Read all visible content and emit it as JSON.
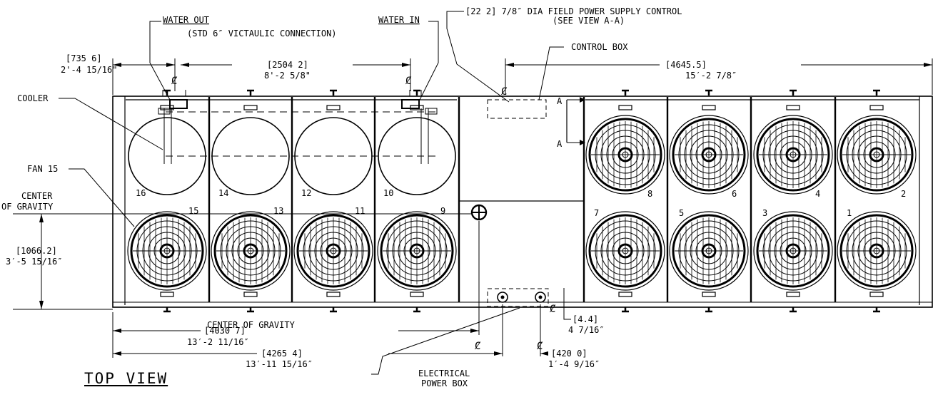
{
  "view": {
    "title": "TOP VIEW"
  },
  "labels": {
    "water_out": "WATER OUT",
    "water_in": "WATER IN",
    "connection_note": "(STD 6″ VICTAULIC CONNECTION)",
    "field_power_line1": "[22 2] 7/8″ DIA FIELD POWER SUPPLY CONTROL",
    "field_power_line2": "(SEE VIEW A-A)",
    "control_box": "CONTROL BOX",
    "cooler": "COOLER",
    "fan_15": "FAN 15",
    "cog_left_line1": "CENTER",
    "cog_left_line2": "OF GRAVITY",
    "cog_bottom": "CENTER OF GRAVITY",
    "electrical_line1": "ELECTRICAL",
    "electrical_line2": "POWER BOX",
    "section_a": "A"
  },
  "dimensions": {
    "left_offset_metric": "[735 6]",
    "left_offset_imperial": "2'-4 15/16\"",
    "water_spacing_metric": "[2504 2]",
    "water_spacing_imperial": "8'-2 5/8\"",
    "right_span_metric": "[4645.5]",
    "right_span_imperial": "15′-2 7/8″",
    "cog_height_metric": "[1066.2]",
    "cog_height_imperial": "3′-5 15/16″",
    "cog_len_metric": "[4030 7]",
    "cog_len_imperial": "13′-2 11/16″",
    "elec_len_metric": "[4265 4]",
    "elec_len_imperial": "13′-11 15/16″",
    "elec_spacing_metric": "[420 0]",
    "elec_spacing_imperial": "1′-4 9/16″",
    "elec_offset_metric": "[4.4]",
    "elec_offset_imperial": "4 7/16″"
  },
  "fans_bottom_left": [
    "15",
    "13",
    "11",
    "9"
  ],
  "cooler_top_left": [
    "16",
    "14",
    "12",
    "10"
  ],
  "fans_right_top": [
    "8",
    "6",
    "4",
    "2"
  ],
  "fans_right_bottom": [
    "7",
    "5",
    "3",
    "1"
  ]
}
